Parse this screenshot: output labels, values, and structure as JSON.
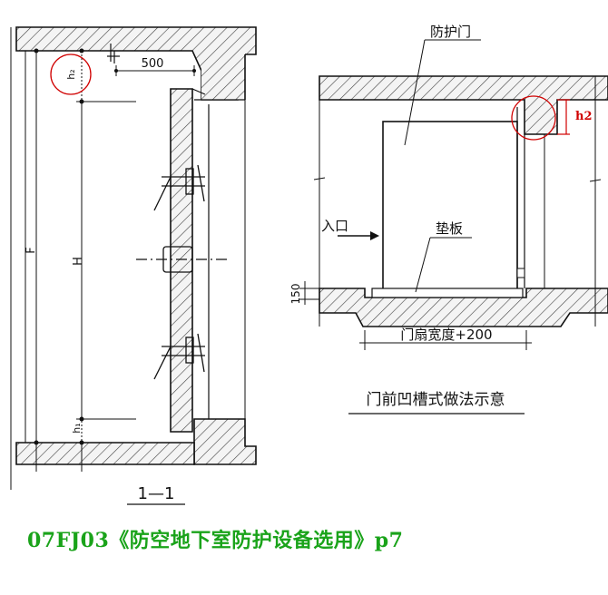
{
  "left_view": {
    "dim_top": "500",
    "label_h2": "h₂",
    "label_f": "F",
    "label_h": "H",
    "label_h1": "h₁",
    "section_title": "1—1"
  },
  "right_view": {
    "label_door": "防护门",
    "label_entrance": "入口",
    "label_pad": "垫板",
    "dim_150": "150",
    "dim_width": "门扇宽度+200",
    "marker_h2": "h2",
    "caption": "门前凹槽式做法示意"
  },
  "colors": {
    "line": "#111111",
    "hatch": "#333333",
    "highlight_red": "#d00000",
    "caption_green": "#1aa31a"
  },
  "footer": {
    "text": "07FJ03《防空地下室防护设备选用》p7"
  }
}
